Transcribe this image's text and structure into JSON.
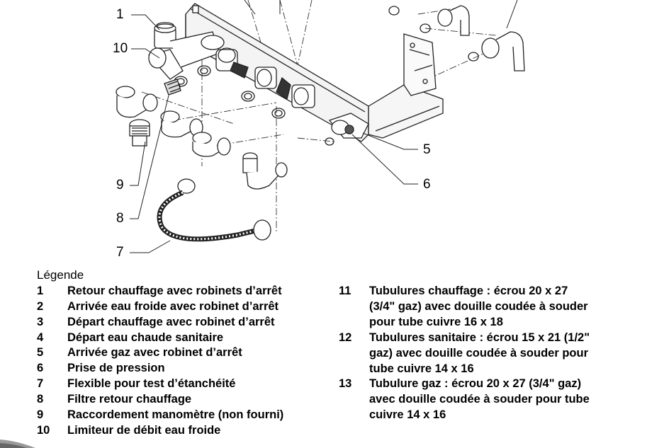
{
  "diagram": {
    "callouts": [
      {
        "id": "c1",
        "label": "1"
      },
      {
        "id": "c10",
        "label": "10"
      },
      {
        "id": "c9",
        "label": "9"
      },
      {
        "id": "c8",
        "label": "8"
      },
      {
        "id": "c7",
        "label": "7"
      },
      {
        "id": "c5",
        "label": "5"
      },
      {
        "id": "c6",
        "label": "6"
      }
    ]
  },
  "legend": {
    "title": "Légende",
    "left_items": [
      {
        "num": "1",
        "text": "Retour chauffage avec robinets d’arrêt"
      },
      {
        "num": "2",
        "text": "Arrivée eau froide avec robinet d’arrêt"
      },
      {
        "num": "3",
        "text": "Départ chauffage avec robinet d’arrêt"
      },
      {
        "num": "4",
        "text": "Départ eau chaude sanitaire"
      },
      {
        "num": "5",
        "text": "Arrivée gaz avec robinet d’arrêt"
      },
      {
        "num": "6",
        "text": "Prise de pression"
      },
      {
        "num": "7",
        "text": "Flexible pour test d’étanchéité"
      },
      {
        "num": "8",
        "text": "Filtre retour chauffage"
      },
      {
        "num": "9",
        "text": "Raccordement manomètre (non fourni)"
      },
      {
        "num": "10",
        "text": "Limiteur de débit eau froide"
      }
    ],
    "right_items": [
      {
        "num": "11",
        "text": "Tubulures chauffage : écrou 20 x 27\n(3/4\" gaz) avec douille coudée à souder\npour tube cuivre 16 x 18"
      },
      {
        "num": "12",
        "text": "Tubulures sanitaire : écrou 15 x 21 (1/2\"\ngaz) avec douille coudée à souder pour\ntube cuivre 14 x 16"
      },
      {
        "num": "13",
        "text": "Tubulure gaz  : écrou 20 x 27 (3/4\" gaz)\navec douille coudée à souder pour tube\ncuivre 14 x 16"
      }
    ]
  }
}
